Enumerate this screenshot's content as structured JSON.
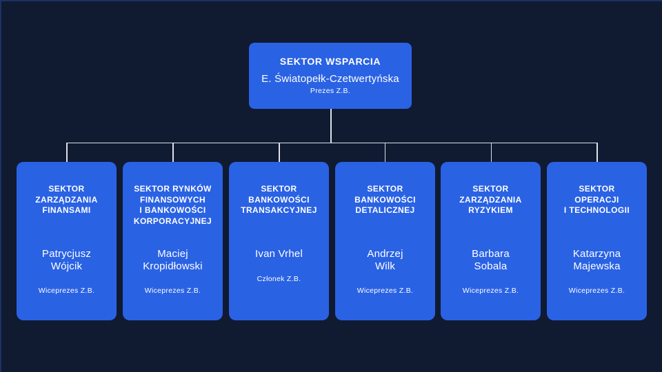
{
  "canvas": {
    "background_color": "#101a31",
    "edge_highlight_color": "#1b3263",
    "node_fill_color": "#2a62e4",
    "node_text_color": "#ffffff",
    "connector_color": "#dde2ea"
  },
  "org_chart": {
    "root": {
      "title": "SEKTOR WSPARCIA",
      "name": "E. Światopełk-Czetwertyńska",
      "role": "Prezes Z.B."
    },
    "children": [
      {
        "title": "SEKTOR\nZARZĄDZANIA\nFINANSAMI",
        "name": "Patrycjusz\nWójcik",
        "role": "Wiceprezes Z.B."
      },
      {
        "title": "SEKTOR RYNKÓW\nFINANSOWYCH\nI BANKOWOŚCI\nKORPORACYJNEJ",
        "name": "Maciej\nKropidłowski",
        "role": "Wiceprezes Z.B."
      },
      {
        "title": "SEKTOR\nBANKOWOŚCI\nTRANSAKCYJNEJ",
        "name": "Ivan Vrhel",
        "role": "Członek Z.B."
      },
      {
        "title": "SEKTOR\nBANKOWOŚCI\nDETALICZNEJ",
        "name": "Andrzej\nWilk",
        "role": "Wiceprezes Z.B."
      },
      {
        "title": "SEKTOR\nZARZĄDZANIA\nRYZYKIEM",
        "name": "Barbara\nSobala",
        "role": "Wiceprezes Z.B."
      },
      {
        "title": "SEKTOR\nOPERACJI\nI TECHNOLOGII",
        "name": "Katarzyna\nMajewska",
        "role": "Wiceprezes Z.B."
      }
    ]
  }
}
